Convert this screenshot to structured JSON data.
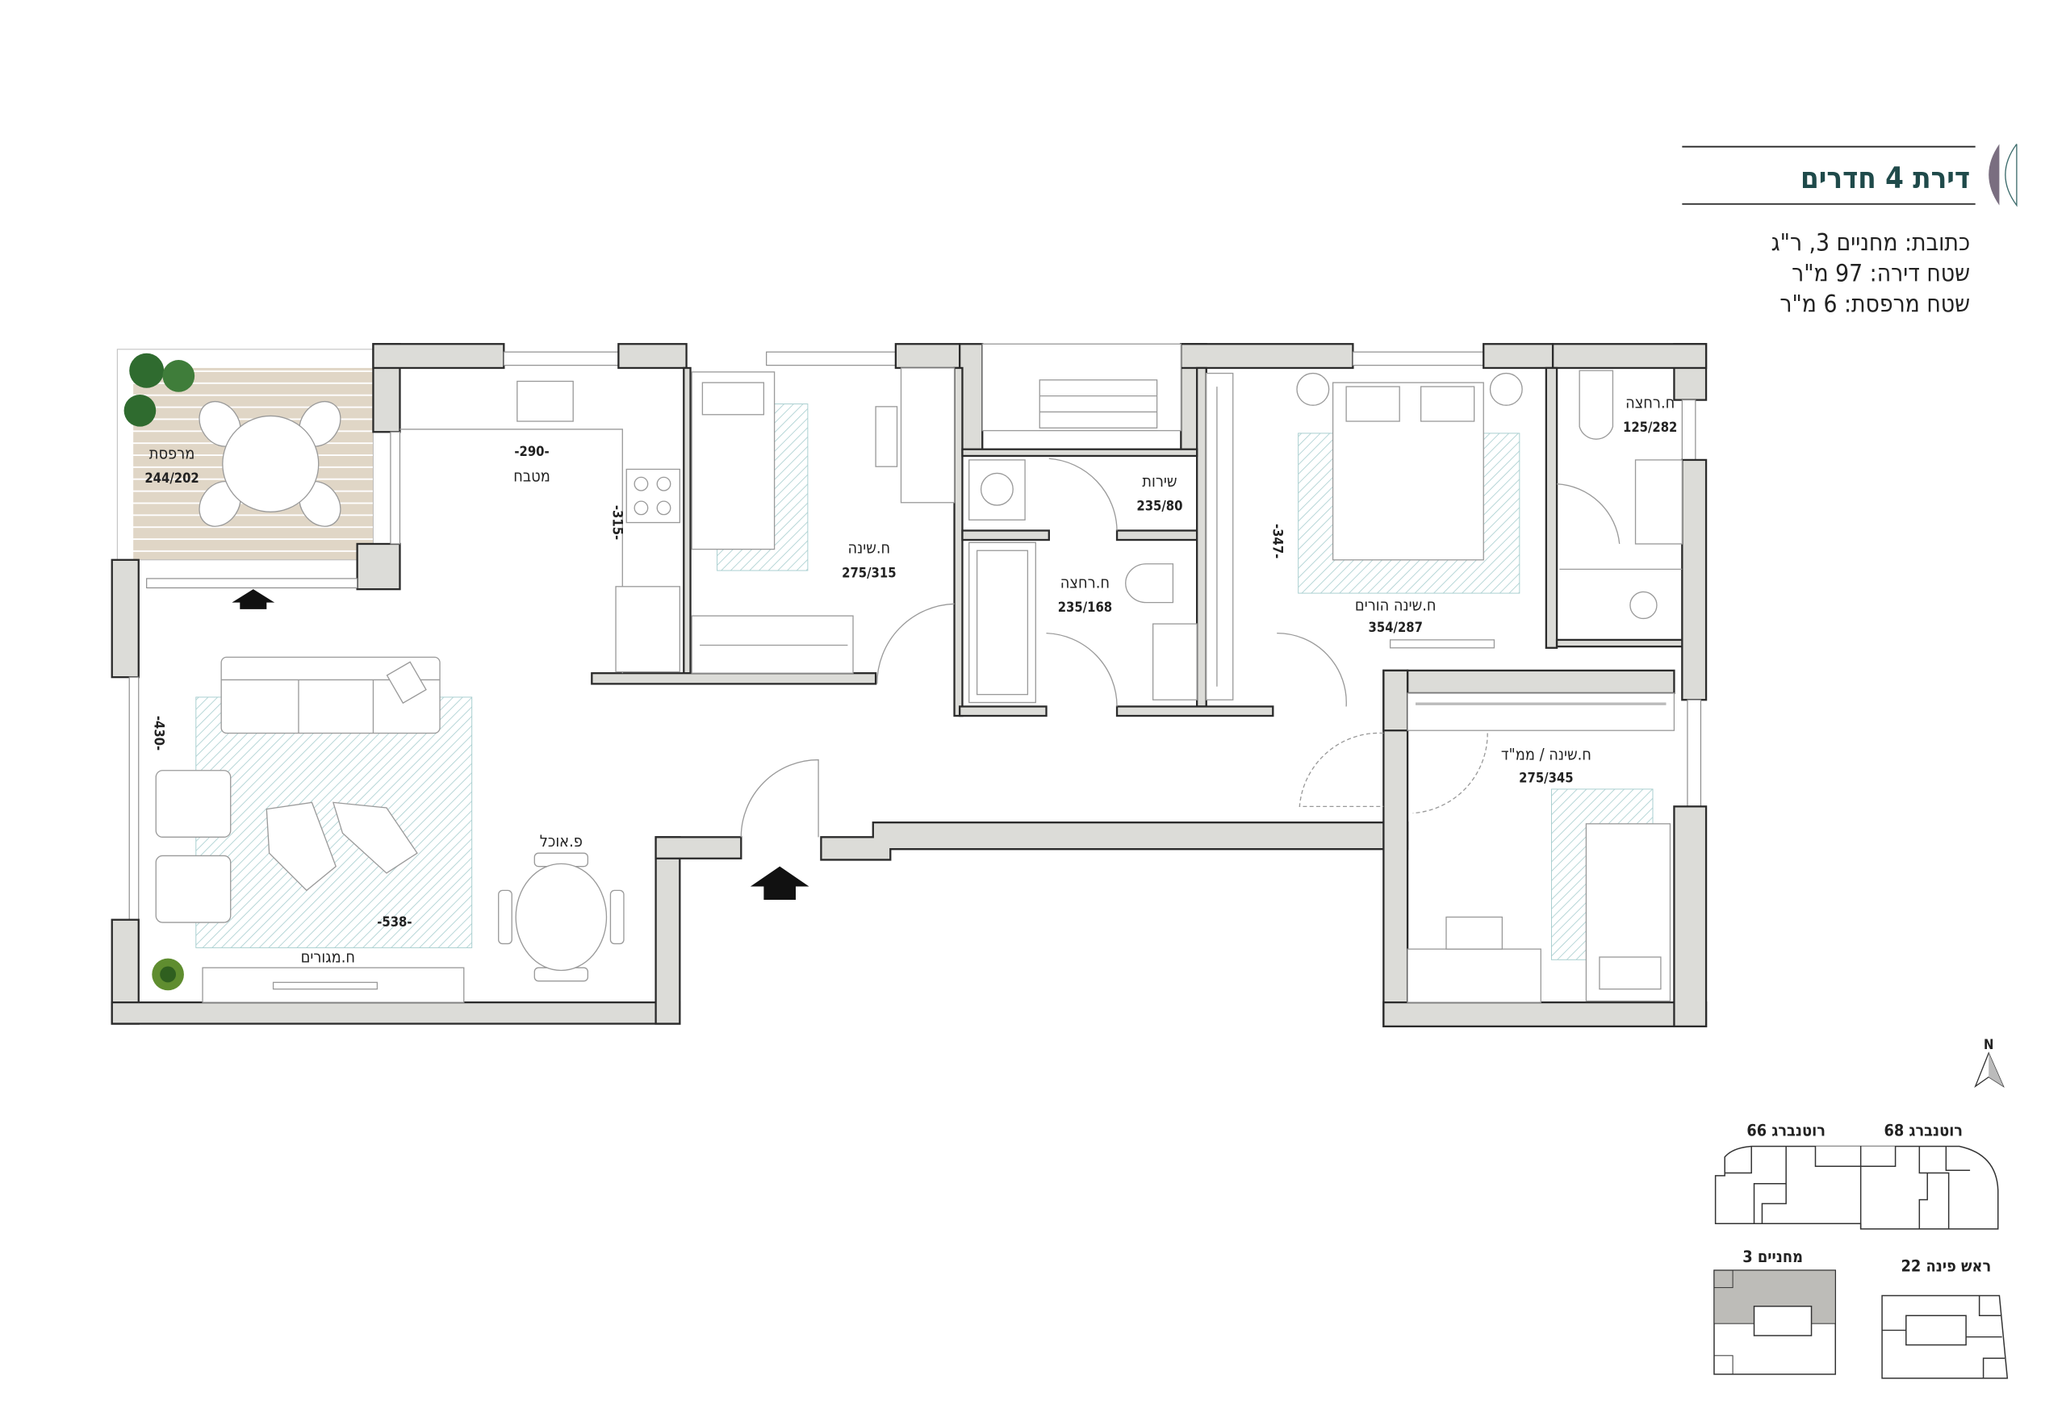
{
  "header": {
    "title": "דירת 4 חדרים",
    "address": "כתובת: מחניים 3, ר\"ג",
    "apartment_area": "שטח דירה: 97 מ\"ר",
    "balcony_area": "שטח מרפסת: 6 מ\"ר"
  },
  "colors": {
    "title": "#1f4a4a",
    "logo": "#7a6e80",
    "wall": "#dcdcd8",
    "rug": "#a9cfd0",
    "deck": "#e0d6c6",
    "plant": "#2f6b2f"
  },
  "rooms": [
    {
      "name": "מרפסת",
      "size": "244/202"
    },
    {
      "name": "מטבח",
      "size": "-290-"
    },
    {
      "name": "ח.שינה",
      "size": "275/315"
    },
    {
      "name": "שירות",
      "size": "235/80"
    },
    {
      "name": "ח.רחצה",
      "size": "235/168"
    },
    {
      "name": "ח.שינה הורים",
      "size": "354/287"
    },
    {
      "name": "ח.רחצה",
      "size": "125/282"
    },
    {
      "name": "ח.שינה / ממ\"ד",
      "size": "275/345"
    },
    {
      "name": "פ.אוכל"
    },
    {
      "name": "ח.מגורים"
    }
  ],
  "dimensions": {
    "kitchen_depth": "-315-",
    "master_length": "-347-",
    "living_width": "-430-",
    "living_length": "-538-"
  },
  "compass": {
    "label": "N"
  },
  "key_plan": {
    "buildings": [
      "רוטנברג 66",
      "רוטנברג 68",
      "מחניים 3",
      "ראש פינה 22"
    ]
  }
}
